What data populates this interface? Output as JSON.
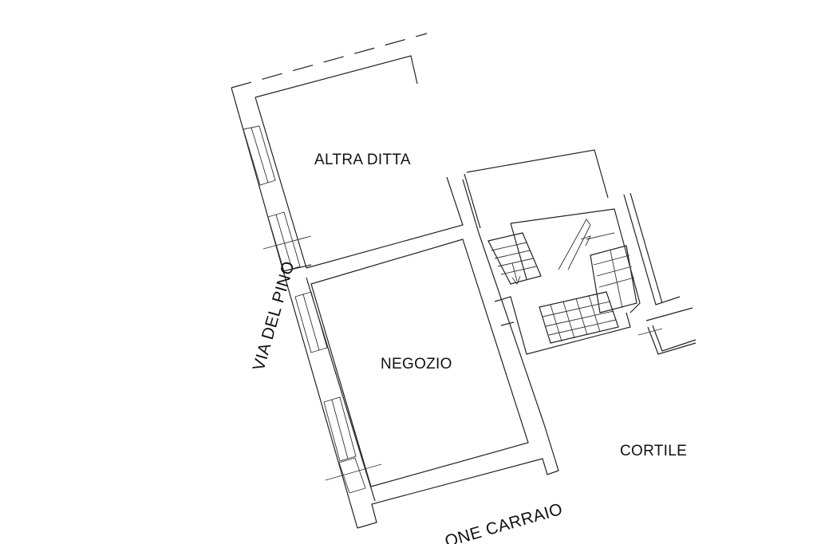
{
  "plan": {
    "rooms": {
      "altra_ditta": "ALTRA DITTA",
      "negozio": "NEGOZIO",
      "cortile": "CORTILE"
    },
    "streets": {
      "via_del_pino": "VIA DEL PINO",
      "portone_carraio": "ONE CARRAIO"
    },
    "colors": {
      "lines": "#222222",
      "background": "#ffffff"
    }
  }
}
